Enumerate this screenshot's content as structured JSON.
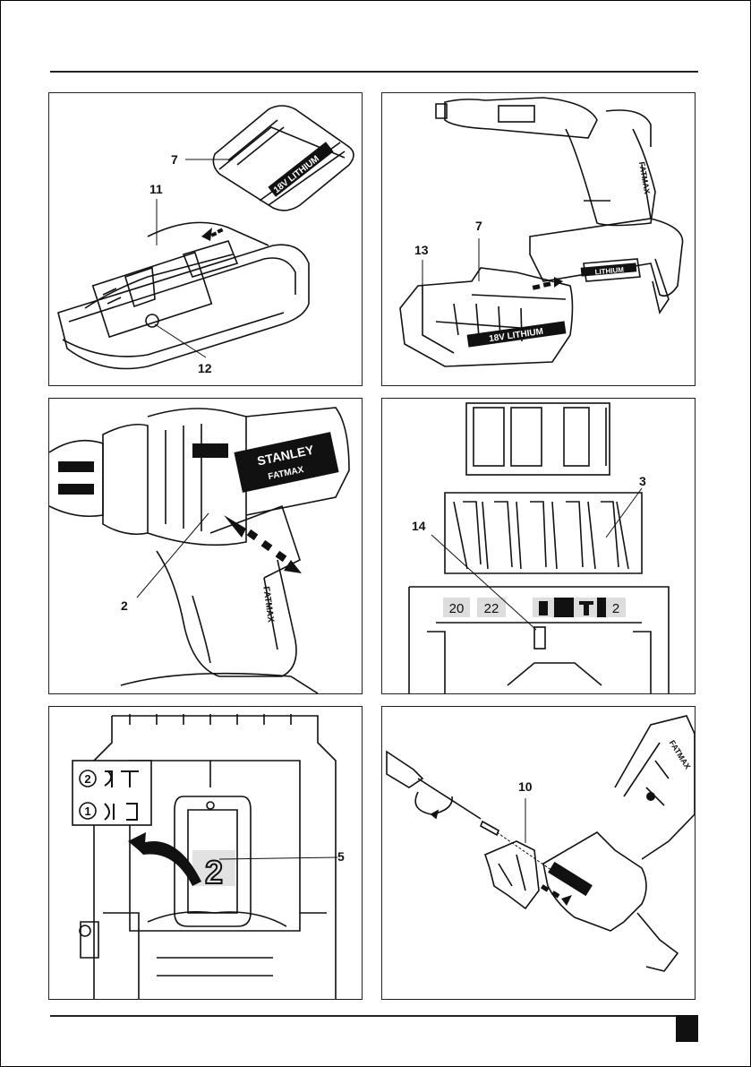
{
  "figures": [
    {
      "id": "A",
      "callouts": [
        "7",
        "11",
        "12"
      ],
      "battery_text": "18V LITHIUM"
    },
    {
      "id": "B",
      "callouts": [
        "7",
        "13"
      ],
      "battery_text": "18V LITHIUM",
      "tool_text": "FATMAX",
      "foot_text": "LITHIUM"
    },
    {
      "id": "C",
      "callouts": [
        "2"
      ],
      "brand_text": "STANLEY",
      "model_text": "FATMAX",
      "grip_text": "FATMAX"
    },
    {
      "id": "D",
      "callouts": [
        "3",
        "14"
      ],
      "scale": [
        "20",
        "22",
        "2"
      ]
    },
    {
      "id": "E",
      "callouts": [
        "5"
      ],
      "legend_numbers": [
        "2",
        "1"
      ],
      "selector_value": "2"
    },
    {
      "id": "F",
      "callouts": [
        "10"
      ],
      "tool_text": "FATMAX"
    }
  ]
}
